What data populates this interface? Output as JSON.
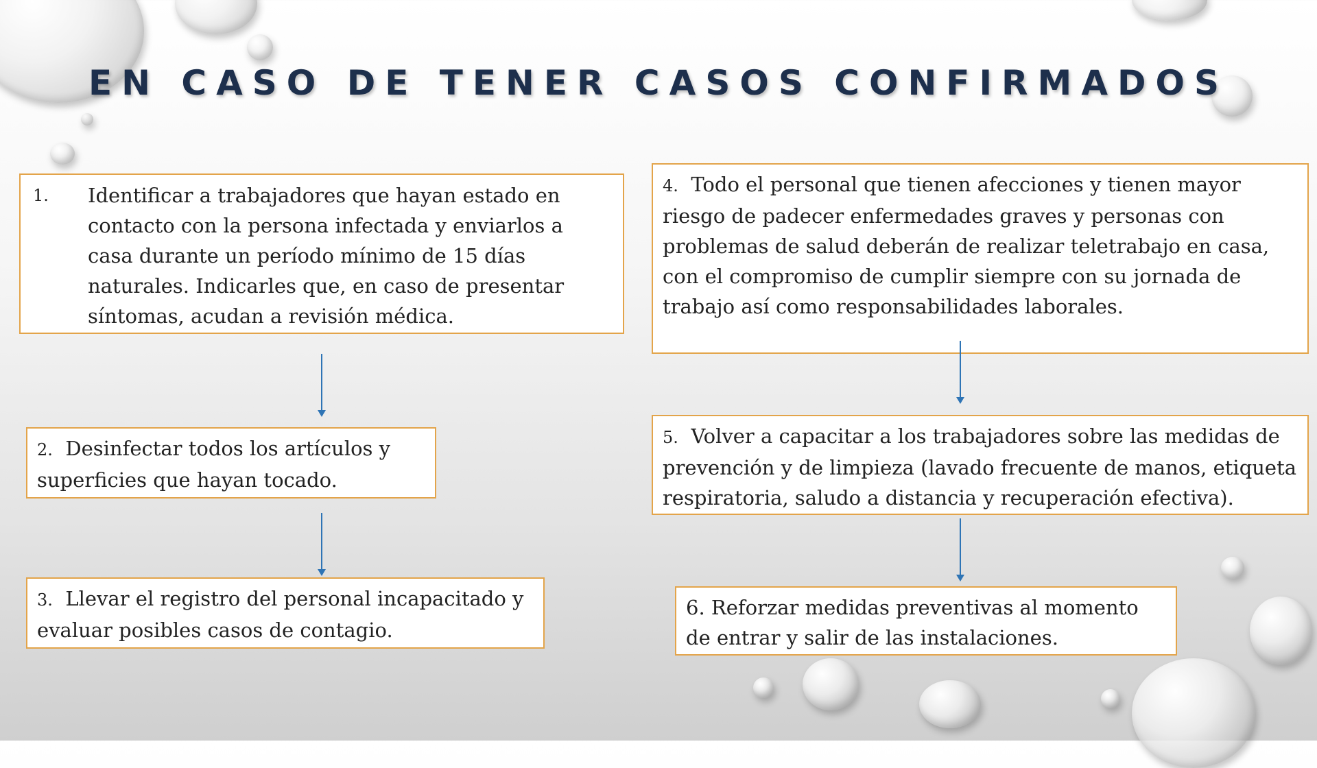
{
  "title": "EN CASO DE TENER CASOS CONFIRMADOS",
  "steps": [
    {
      "num": "1.",
      "text": "Identificar a trabajadores que hayan estado en contacto con la persona infectada y enviarlos a casa durante un período mínimo de 15 días naturales. Indicarles que, en caso de presentar síntomas, acudan a revisión médica."
    },
    {
      "num": "2.",
      "text": "Desinfectar todos los artículos y superficies que hayan tocado."
    },
    {
      "num": "3.",
      "text": "Llevar el registro del personal incapacitado y evaluar posibles casos de contagio."
    },
    {
      "num": "4.",
      "text": "Todo el personal que tienen afecciones y tienen mayor riesgo de padecer enfermedades graves y personas con problemas de salud deberán de realizar teletrabajo en casa, con el compromiso de cumplir siempre con su jornada de trabajo así como responsabilidades laborales."
    },
    {
      "num": "5.",
      "text": "Volver a capacitar a los trabajadores sobre las medidas de prevención y de limpieza (lavado frecuente de manos, etiqueta respiratoria, saludo a distancia y recuperación efectiva)."
    },
    {
      "num": "6.",
      "text": "Reforzar medidas preventivas al momento de entrar y salir de las instalaciones."
    }
  ],
  "colors": {
    "box_border": "#e3a44a",
    "arrow": "#2e74b5",
    "title": "#1d2f4c"
  }
}
